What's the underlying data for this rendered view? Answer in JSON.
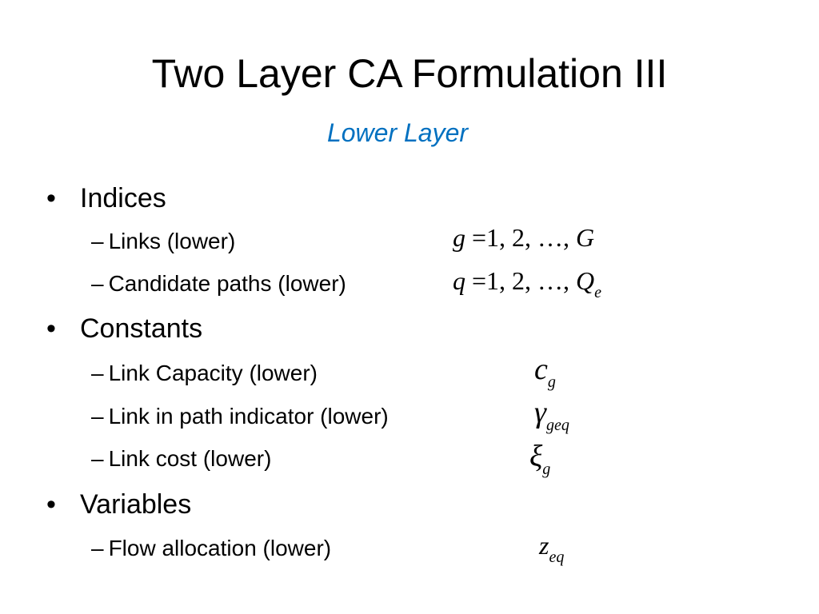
{
  "slide": {
    "title": "Two Layer CA Formulation III",
    "subtitle": "Lower Layer",
    "accent_color": "#0070C0",
    "bullet_glyph": "•",
    "dash_glyph": "–",
    "sections": [
      {
        "label": "Indices",
        "items": [
          {
            "label": "Links (lower)",
            "math": {
              "var": "g",
              "eq": "=",
              "range": "1, 2, …, ",
              "end": "G"
            }
          },
          {
            "label": "Candidate paths (lower)",
            "math": {
              "var": "q",
              "eq": "=",
              "range": "1, 2, …, ",
              "end": "Q",
              "end_sub": "e"
            }
          }
        ]
      },
      {
        "label": "Constants",
        "items": [
          {
            "label": "Link Capacity (lower)",
            "math": {
              "symbol": "c",
              "sub": "g"
            }
          },
          {
            "label": "Link in path indicator (lower)",
            "math": {
              "symbol": "γ",
              "sub": "geq"
            }
          },
          {
            "label": "Link cost (lower)",
            "math": {
              "symbol": "ξ",
              "sub": "g"
            }
          }
        ]
      },
      {
        "label": "Variables",
        "items": [
          {
            "label": "Flow allocation (lower)",
            "math": {
              "symbol": "z",
              "sub": "eq"
            }
          }
        ]
      }
    ]
  }
}
